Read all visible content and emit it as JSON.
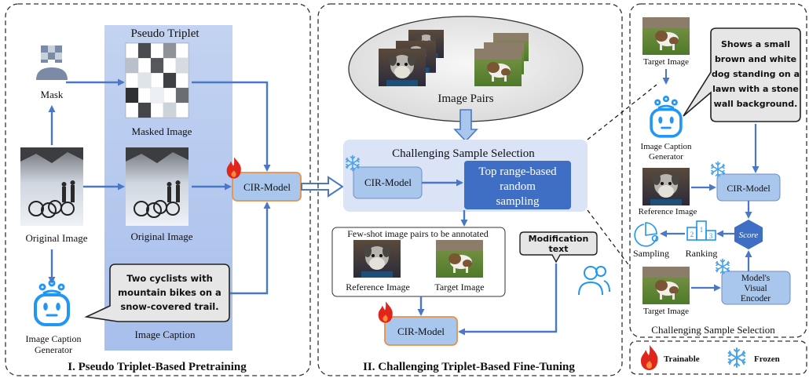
{
  "panel1": {
    "title": "I. Pseudo Triplet-Based Pretraining",
    "band_title": "Pseudo Triplet",
    "mask_label": "Mask",
    "masked_image_label": "Masked Image",
    "original_image_label_left": "Original Image",
    "original_image_label_center": "Original Image",
    "caption_generator_line1": "Image Caption",
    "caption_generator_line2": "Generator",
    "image_caption_label": "Image  Caption",
    "speech_line1": "Two cyclists with",
    "speech_line2": "mountain bikes on a",
    "speech_line3": "snow-covered trail.",
    "model_label": "CIR-Model"
  },
  "panel2": {
    "title": "II. Challenging Triplet-Based Fine-Tuning",
    "image_pairs_label": "Image Pairs",
    "selection_title": "Challenging Sample Selection",
    "model_label": "CIR-Model",
    "sampling_line1": "Top range-based",
    "sampling_line2": "random",
    "sampling_line3": "sampling",
    "few_shot_title": "Few-shot image pairs to be annotated",
    "reference_label": "Reference Image",
    "target_label": "Target Image",
    "modification_line1": "Modification",
    "modification_line2": "text",
    "finetune_model_label": "CIR-Model"
  },
  "panel3": {
    "title": "Challenging Sample Selection",
    "target_top_label": "Target Image",
    "caption_generator_line1": "Image Caption",
    "caption_generator_line2": "Generator",
    "speech_line1": "Shows a small",
    "speech_line2": "brown and white",
    "speech_line3": "dog standing on a",
    "speech_line4": "lawn with a stone",
    "speech_line5": "wall background.",
    "model_label": "CIR-Model",
    "reference_label": "Reference Image",
    "score_label": "Score",
    "sampling_label": "Sampling",
    "ranking_label": "Ranking",
    "podium_1": "1",
    "podium_2": "2",
    "podium_3": "3",
    "encoder_line1": "Model's",
    "encoder_line2": "Visual",
    "encoder_line3": "Encoder",
    "target_bottom_label": "Target Image"
  },
  "legend": {
    "trainable_label": "Trainable",
    "frozen_label": "Frozen"
  },
  "colors": {
    "arrow": "#4a78c4",
    "band": "#b3c7ee",
    "model_box": "#a9c6ec",
    "model_border": "#e69248",
    "sampling_box": "#3f6fc4",
    "fire": "#e0251b",
    "snowflake": "#4aa4e8",
    "robot": "#2196f3"
  }
}
